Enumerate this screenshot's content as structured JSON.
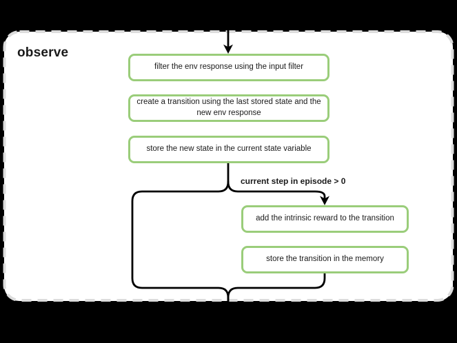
{
  "panel": {
    "title": "observe"
  },
  "flow": {
    "main_steps": [
      "filter the env response using the input filter",
      "create a transition using the last stored state and the\nnew env response",
      "store the new state in the current state variable"
    ],
    "branch": {
      "condition": "current step in episode > 0",
      "steps": [
        "add the intrinsic reward to the transition",
        "store the transition in the memory"
      ]
    }
  },
  "colors": {
    "background": "#000000",
    "panel_background": "#ffffff",
    "panel_border": "#dcdcdc",
    "node_border": "#9acd7a",
    "node_background": "#ffffff",
    "line": "#000000",
    "text": "#1a1a1a"
  }
}
